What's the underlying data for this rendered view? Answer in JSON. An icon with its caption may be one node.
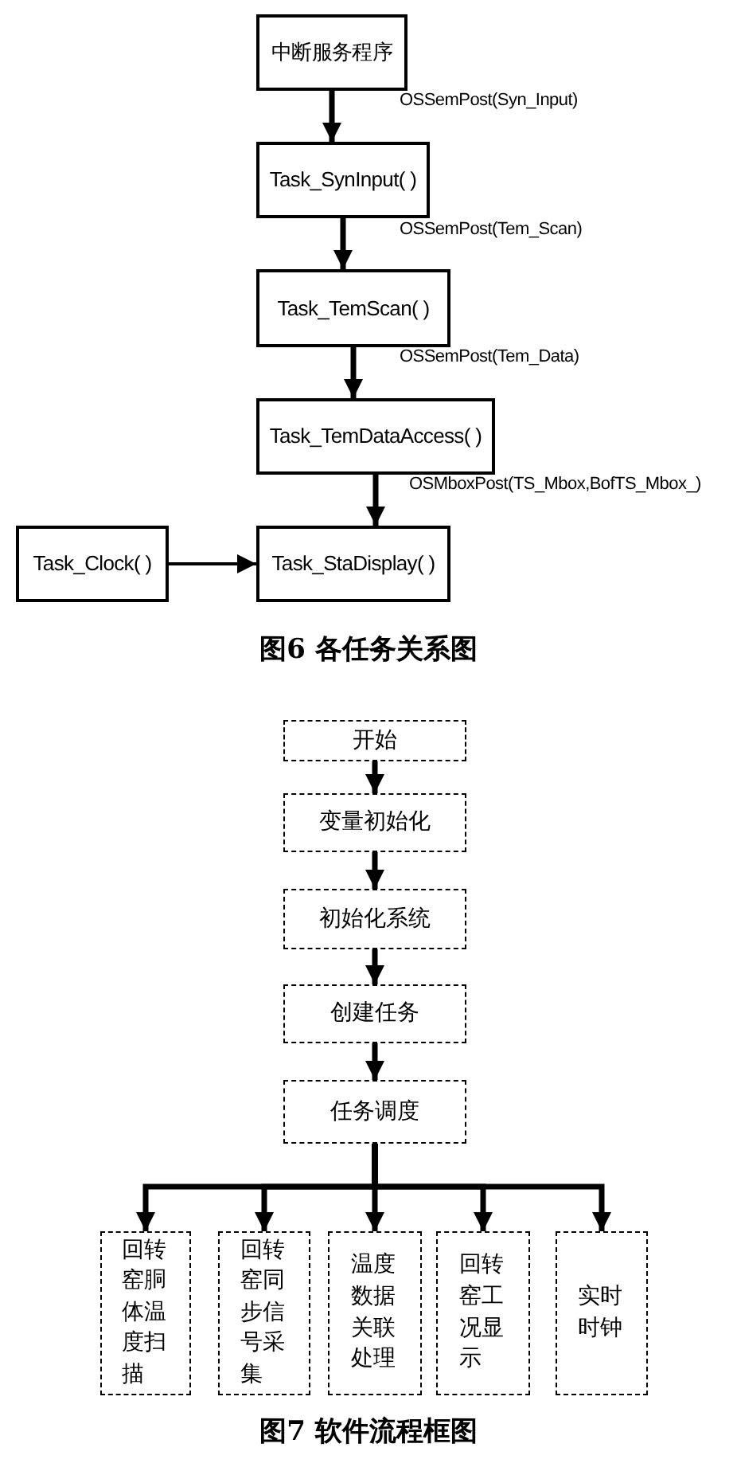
{
  "diagram": {
    "nodes": [
      {
        "text": [
          "中断服务程序"
        ]
      },
      {
        "text": [
          "Task_SynInput( )"
        ]
      },
      {
        "text": [
          "Task_TemScan( )"
        ]
      },
      {
        "text": [
          "Task_TemDataAccess( )"
        ]
      },
      {
        "text": [
          "Task_StaDisplay( )"
        ]
      },
      {
        "text": [
          "Task_Clock( )"
        ]
      },
      {
        "text": [
          "开始"
        ]
      },
      {
        "text": [
          "变量初始化"
        ]
      },
      {
        "text": [
          "初始化系统"
        ]
      },
      {
        "text": [
          "创建任务"
        ]
      },
      {
        "text": [
          "任务调度"
        ]
      },
      {
        "text": [
          "回转窑胴体温度扫描"
        ]
      },
      {
        "text": [
          "回转窑同步信号采集"
        ]
      },
      {
        "text": [
          "温度数据关联处理"
        ]
      },
      {
        "text": [
          "回转窑工况显示"
        ]
      },
      {
        "text": [
          "实时时钟"
        ]
      }
    ],
    "edges": [
      {
        "from": 0,
        "to": 1,
        "arrow": "to",
        "label": "OSSemPost(Syn_Input)"
      },
      {
        "from": 1,
        "to": 2,
        "arrow": "to",
        "label": "OSSemPost(Tem_Scan)"
      },
      {
        "from": 2,
        "to": 3,
        "arrow": "to",
        "label": "OSSemPost(Tem_Data)"
      },
      {
        "from": 3,
        "to": 4,
        "arrow": "to",
        "label": "OSMboxPost(TS_Mbox,BofTS_Mbox_)"
      },
      {
        "from": 5,
        "to": 4,
        "arrow": "to"
      },
      {
        "from": 6,
        "to": 7,
        "arrow": "to"
      },
      {
        "from": 7,
        "to": 8,
        "arrow": "to"
      },
      {
        "from": 8,
        "to": 9,
        "arrow": "to"
      },
      {
        "from": 9,
        "to": 10,
        "arrow": "to"
      },
      {
        "from": 10,
        "to": 11,
        "arrow": "to"
      },
      {
        "from": 10,
        "to": 12,
        "arrow": "to"
      },
      {
        "from": 10,
        "to": 13,
        "arrow": "to"
      },
      {
        "from": 10,
        "to": 14,
        "arrow": "to"
      },
      {
        "from": 10,
        "to": 15,
        "arrow": "to"
      }
    ],
    "labels": [
      "图6 各任务关系图",
      "图7 软件流程框图"
    ]
  }
}
